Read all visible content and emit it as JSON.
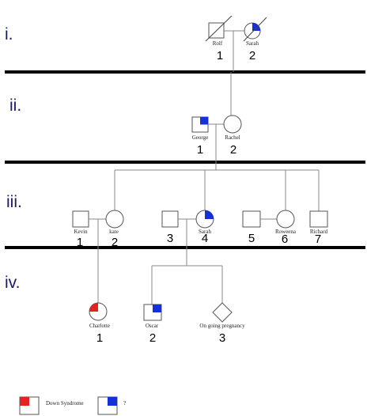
{
  "generations": [
    "i.",
    "ii.",
    "iii.",
    "iv."
  ],
  "colors": {
    "down_syndrome": "#e32222",
    "unknown_trait": "#1431d9",
    "separator": "#000000",
    "line": "#888888"
  },
  "individuals": {
    "gen1": [
      {
        "name": "Rolf",
        "number": "1",
        "shape": "square",
        "status": "deceased"
      },
      {
        "name": "Sarah",
        "number": "2",
        "shape": "circle",
        "status": "deceased, affected (quarter, blue)"
      }
    ],
    "gen2": [
      {
        "name": "George",
        "number": "1",
        "shape": "square",
        "status": "affected (quarter, blue)"
      },
      {
        "name": "Rachel",
        "number": "2",
        "shape": "circle"
      }
    ],
    "gen3": [
      {
        "name": "Kevin",
        "number": "1",
        "shape": "square"
      },
      {
        "name": "kate",
        "number": "2",
        "shape": "circle"
      },
      {
        "name": "",
        "number": "3",
        "shape": "square"
      },
      {
        "name": "Sarah",
        "number": "4",
        "shape": "circle",
        "status": "affected (quarter, blue)"
      },
      {
        "name": "",
        "number": "5",
        "shape": "square"
      },
      {
        "name": "Roweena",
        "number": "6",
        "shape": "circle"
      },
      {
        "name": "Richard",
        "number": "7",
        "shape": "square"
      }
    ],
    "gen4": [
      {
        "name": "Charlotte",
        "number": "1",
        "shape": "circle",
        "status": "affected (quarter, red)"
      },
      {
        "name": "Oscar",
        "number": "2",
        "shape": "square",
        "status": "affected (quarter, blue)"
      },
      {
        "name": "On going pregnancy",
        "number": "3",
        "shape": "diamond"
      }
    ]
  },
  "legend": [
    {
      "label": "Down Syndrome",
      "color": "#e32222"
    },
    {
      "label": "?",
      "color": "#1431d9"
    }
  ]
}
